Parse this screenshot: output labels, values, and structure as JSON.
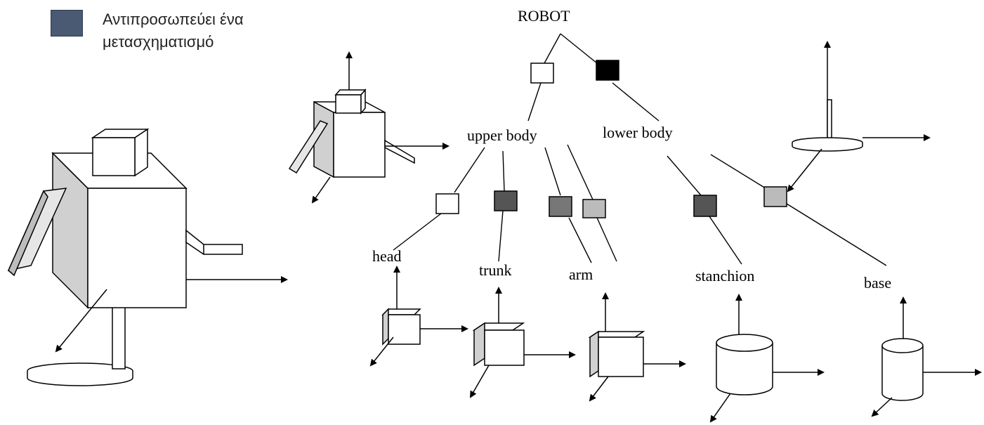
{
  "legend": {
    "line1": "Αντιπροσωπεύει ένα",
    "line2": "μετασχηματισμό",
    "swatch_color": "#4a5a73"
  },
  "tree": {
    "root": "ROBOT",
    "upper_body": "upper body",
    "lower_body": "lower body",
    "head": "head",
    "trunk": "trunk",
    "arm": "arm",
    "stanchion": "stanchion",
    "base": "base"
  },
  "node_colors": {
    "white": "#ffffff",
    "black": "#000000",
    "dark": "#555555",
    "medium": "#777777",
    "light": "#bbbbbb"
  }
}
